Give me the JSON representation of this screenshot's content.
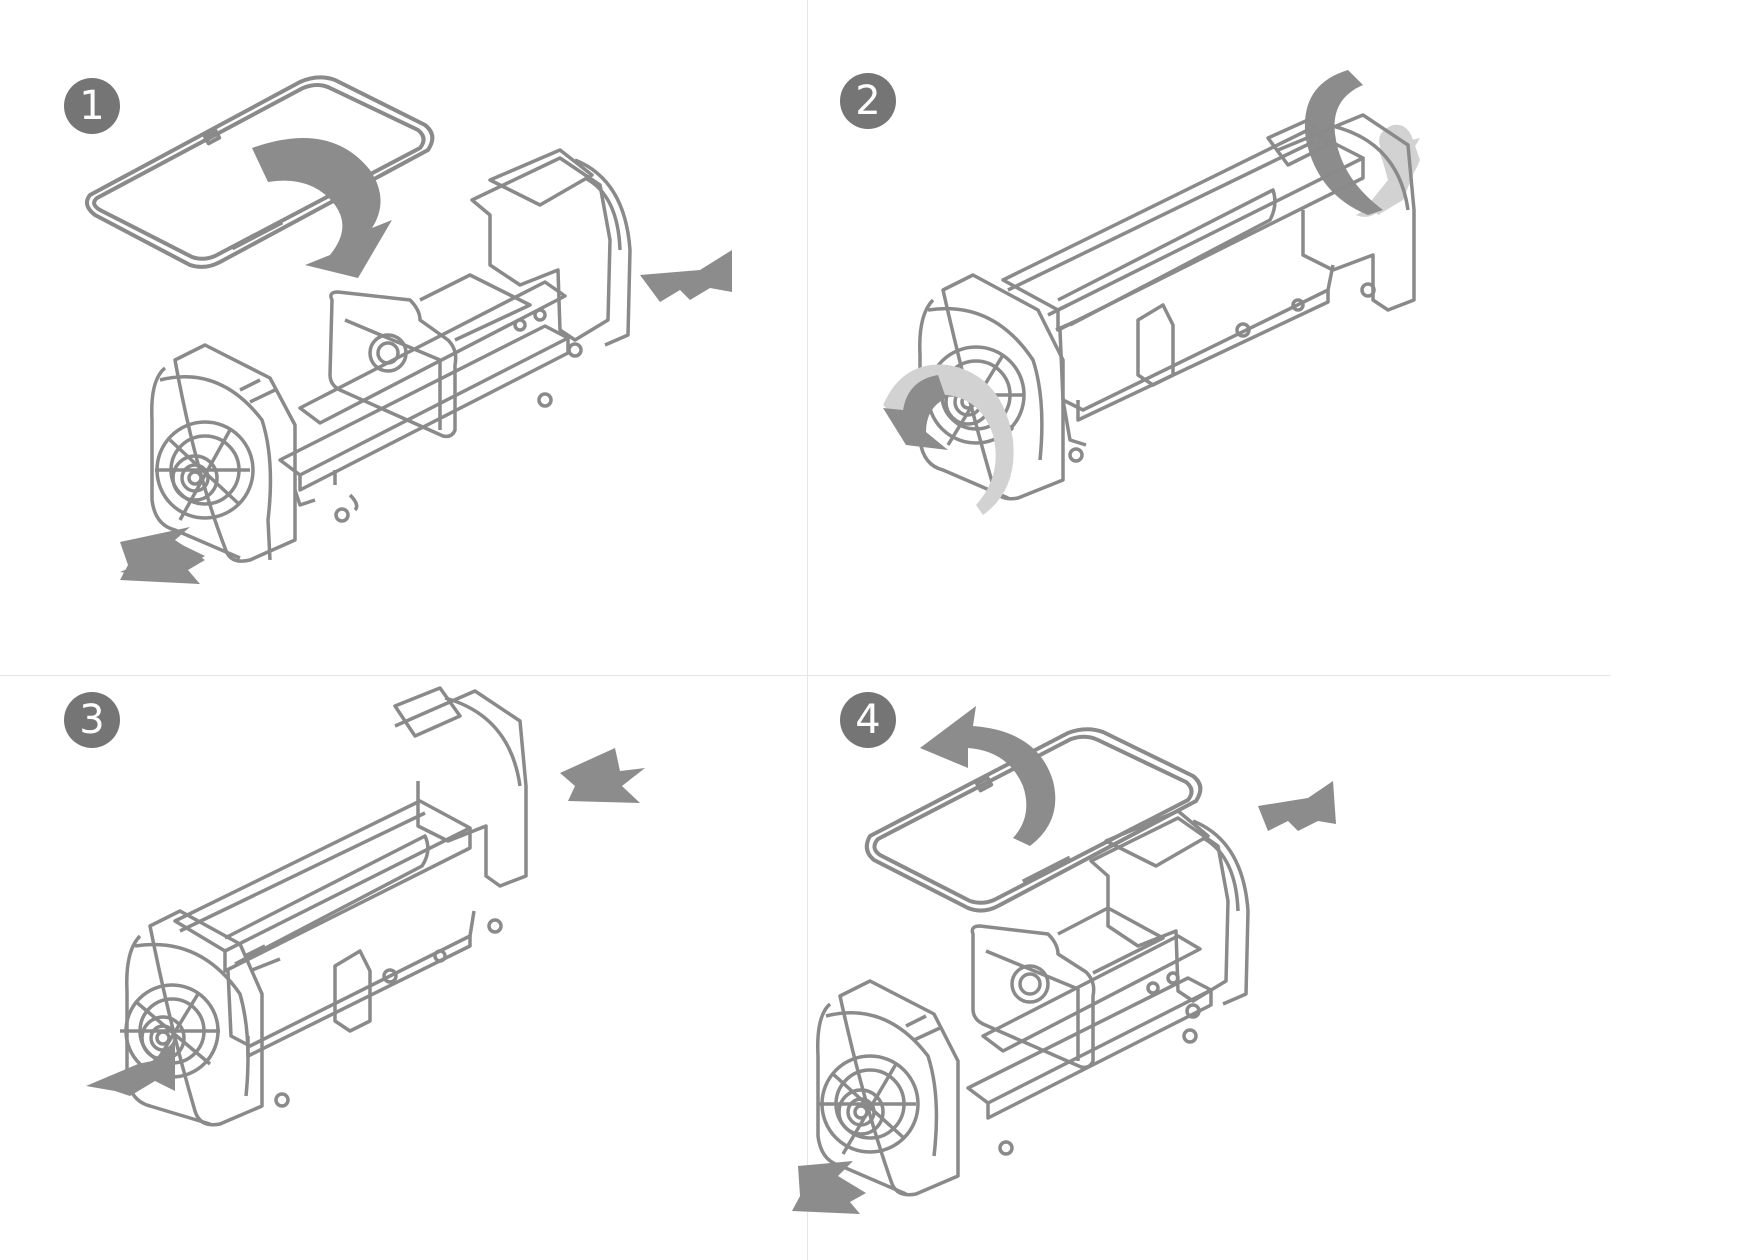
{
  "steps": [
    {
      "number": "1",
      "action": "place-phone-and-expand"
    },
    {
      "number": "2",
      "action": "rotate-wings"
    },
    {
      "number": "3",
      "action": "squeeze-closed"
    },
    {
      "number": "4",
      "action": "lift-phone-and-expand"
    }
  ],
  "colors": {
    "badge": "#757575",
    "line": "#8a8a8a",
    "arrow_dark": "#8c8c8c",
    "arrow_light": "#d2d2d2",
    "divider": "#e6e6e6",
    "background": "#ffffff"
  }
}
